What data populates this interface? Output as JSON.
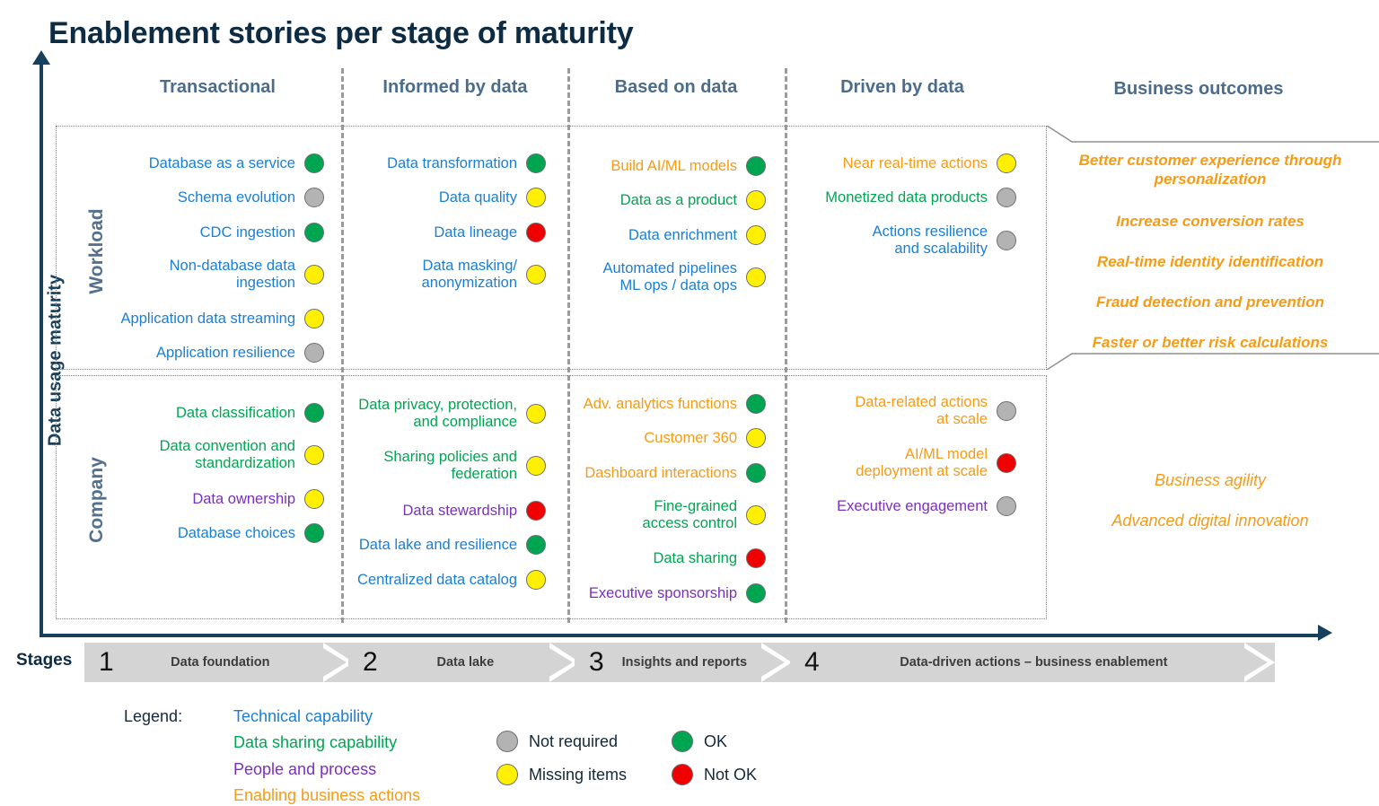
{
  "title": "Enablement stories per stage of maturity",
  "axes": {
    "y_label": "Data usage maturity",
    "stages_label": "Stages"
  },
  "columns": [
    {
      "key": "transactional",
      "label": "Transactional"
    },
    {
      "key": "informed",
      "label": "Informed by data"
    },
    {
      "key": "based",
      "label": "Based on data"
    },
    {
      "key": "driven",
      "label": "Driven by data"
    },
    {
      "key": "outcomes",
      "label": "Business outcomes"
    }
  ],
  "rows": [
    {
      "key": "workload",
      "label": "Workload"
    },
    {
      "key": "company",
      "label": "Company"
    }
  ],
  "colors": {
    "technical": "#1a7fd4",
    "data_sharing": "#00a551",
    "people_process": "#7b2fbe",
    "enabling_business": "#f59b16",
    "ok": "#00a551",
    "missing": "#ffef00",
    "not_ok": "#f00000",
    "not_required": "#b3b3b3",
    "navy": "#17405c",
    "header": "#4c6c8c"
  },
  "matrix": {
    "workload": {
      "transactional": [
        {
          "text": "Database  as a service",
          "cat": "technical",
          "status": "ok"
        },
        {
          "text": "Schema  evolution",
          "cat": "technical",
          "status": "not_required"
        },
        {
          "text": "CDC ingestion",
          "cat": "technical",
          "status": "ok"
        },
        {
          "text": "Non-database  data\ningestion",
          "cat": "technical",
          "status": "missing"
        },
        {
          "text": "Application  data streaming",
          "cat": "technical",
          "status": "missing"
        },
        {
          "text": "Application  resilience",
          "cat": "technical",
          "status": "not_required"
        }
      ],
      "informed": [
        {
          "text": "Data transformation",
          "cat": "technical",
          "status": "ok"
        },
        {
          "text": "Data quality",
          "cat": "technical",
          "status": "missing"
        },
        {
          "text": "Data lineage",
          "cat": "technical",
          "status": "not_ok"
        },
        {
          "text": "Data masking/\nanonymization",
          "cat": "technical",
          "status": "missing"
        }
      ],
      "based": [
        {
          "text": "Build AI/ML models",
          "cat": "enabling_business",
          "status": "ok"
        },
        {
          "text": "Data as a product",
          "cat": "data_sharing",
          "status": "missing"
        },
        {
          "text": "Data enrichment",
          "cat": "technical",
          "status": "missing"
        },
        {
          "text": "Automated  pipelines\nML ops / data ops",
          "cat": "technical",
          "status": "missing"
        }
      ],
      "driven": [
        {
          "text": "Near  real-time actions",
          "cat": "enabling_business",
          "status": "missing"
        },
        {
          "text": "Monetized  data products",
          "cat": "data_sharing",
          "status": "not_required"
        },
        {
          "text": "Actions resilience\nand scalability",
          "cat": "technical",
          "status": "not_required"
        }
      ]
    },
    "company": {
      "transactional": [
        {
          "text": "Data classification",
          "cat": "data_sharing",
          "status": "ok"
        },
        {
          "text": "Data convention  and\nstandardization",
          "cat": "data_sharing",
          "status": "missing"
        },
        {
          "text": "Data ownership",
          "cat": "people_process",
          "status": "missing"
        },
        {
          "text": "Database  choices",
          "cat": "technical",
          "status": "ok"
        }
      ],
      "informed": [
        {
          "text": "Data privacy, protection,\nand compliance",
          "cat": "data_sharing",
          "status": "missing"
        },
        {
          "text": "Sharing policies and\nfederation",
          "cat": "data_sharing",
          "status": "missing"
        },
        {
          "text": "Data stewardship",
          "cat": "people_process",
          "status": "not_ok"
        },
        {
          "text": "Data lake and resilience",
          "cat": "technical",
          "status": "ok"
        },
        {
          "text": "Centralized data catalog",
          "cat": "technical",
          "status": "missing"
        }
      ],
      "based": [
        {
          "text": "Adv. analytics functions",
          "cat": "enabling_business",
          "status": "ok"
        },
        {
          "text": "Customer 360",
          "cat": "enabling_business",
          "status": "missing"
        },
        {
          "text": "Dashboard  interactions",
          "cat": "enabling_business",
          "status": "ok"
        },
        {
          "text": "Fine-grained\naccess control",
          "cat": "data_sharing",
          "status": "missing"
        },
        {
          "text": "Data sharing",
          "cat": "data_sharing",
          "status": "not_ok"
        },
        {
          "text": "Executive sponsorship",
          "cat": "people_process",
          "status": "ok"
        }
      ],
      "driven": [
        {
          "text": "Data-related  actions\nat scale",
          "cat": "enabling_business",
          "status": "not_required"
        },
        {
          "text": "AI/ML model\ndeployment  at scale",
          "cat": "enabling_business",
          "status": "not_ok"
        },
        {
          "text": "Executive engagement",
          "cat": "people_process",
          "status": "not_required"
        }
      ]
    }
  },
  "business_outcomes": {
    "workload": [
      "Better customer experience through personalization",
      "Increase conversion rates",
      "Real-time identity identification",
      "Fraud detection and prevention",
      "Faster or better risk calculations"
    ],
    "company": [
      "Business agility",
      "Advanced digital innovation"
    ]
  },
  "stages": [
    {
      "number": "1",
      "label": "Data foundation"
    },
    {
      "number": "2",
      "label": "Data lake"
    },
    {
      "number": "3",
      "label": "Insights and reports"
    },
    {
      "number": "4",
      "label": "Data-driven actions – business enablement"
    }
  ],
  "legend": {
    "label": "Legend:",
    "categories": [
      {
        "text": "Technical capability",
        "cat": "technical"
      },
      {
        "text": "Data sharing capability",
        "cat": "data_sharing"
      },
      {
        "text": "People and process",
        "cat": "people_process"
      },
      {
        "text": "Enabling business actions",
        "cat": "enabling_business"
      }
    ],
    "statuses": [
      {
        "text": "Not required",
        "status": "not_required"
      },
      {
        "text": "Missing items",
        "status": "missing"
      },
      {
        "text": "OK",
        "status": "ok"
      },
      {
        "text": "Not OK",
        "status": "not_ok"
      }
    ]
  }
}
